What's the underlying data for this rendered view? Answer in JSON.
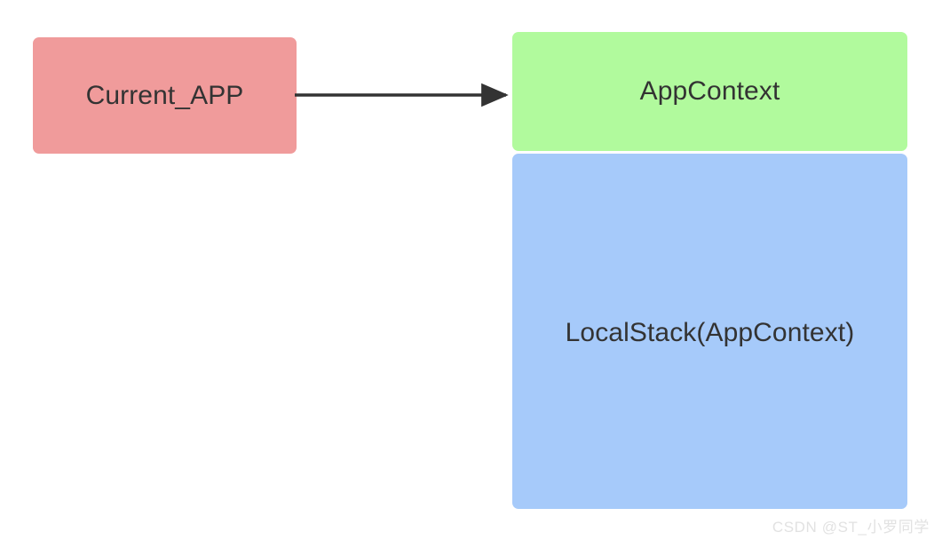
{
  "diagram": {
    "type": "block-diagram",
    "background_color": "#FFFFFF",
    "nodes": [
      {
        "id": "current-app",
        "label": "Current_APP",
        "fill_color": "#F09B9B",
        "shape": "rounded-rectangle"
      },
      {
        "id": "appcontext",
        "label": "AppContext",
        "fill_color": "#B1FA9D",
        "shape": "rounded-rectangle"
      },
      {
        "id": "localstack",
        "label": "LocalStack(AppContext)",
        "fill_color": "#A6CAFA",
        "shape": "rounded-rectangle"
      }
    ],
    "edges": [
      {
        "id": "current-to-appcontext",
        "from": "current-app",
        "to": "appcontext",
        "label": "",
        "color": "#333333",
        "style": "solid",
        "arrowhead": "filled-triangle"
      }
    ],
    "text_color": "#333333"
  },
  "watermark": {
    "text": "CSDN @ST_小罗同学",
    "color": "#E2E2E2"
  }
}
